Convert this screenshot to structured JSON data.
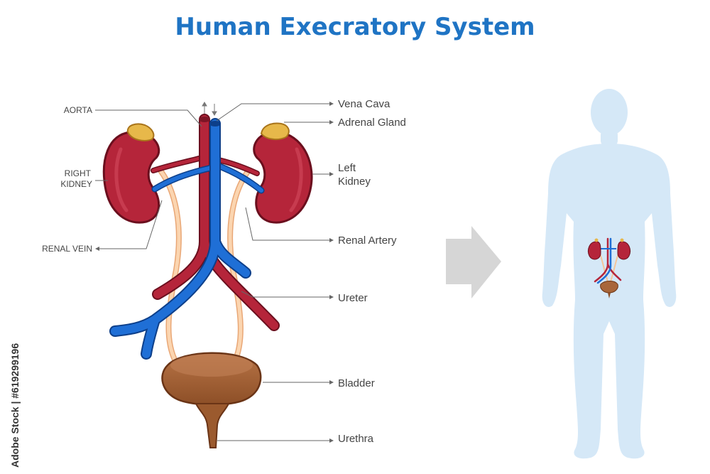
{
  "title": "Human Execratory System",
  "labels": {
    "aorta": "AORTA",
    "right_kidney_line1": "RIGHT",
    "right_kidney_line2": "KIDNEY",
    "renal_vein": "RENAL VEIN",
    "vena_cava": "Vena Cava",
    "adrenal_gland": "Adrenal Gland",
    "left_kidney_line1": "Left",
    "left_kidney_line2": "Kidney",
    "renal_artery": "Renal Artery",
    "ureter": "Ureter",
    "bladder": "Bladder",
    "urethra": "Urethra"
  },
  "stock_id": "Adobe Stock | #619299196",
  "colors": {
    "title": "#1f74c4",
    "kidney": "#b5253a",
    "adrenal": "#e7b84a",
    "artery": "#a81f35",
    "vein": "#1f6fd6",
    "ureter": "#f4c59a",
    "bladder": "#a8663a",
    "silhouette": "#d5e8f7",
    "arrow": "#d6d6d6"
  }
}
